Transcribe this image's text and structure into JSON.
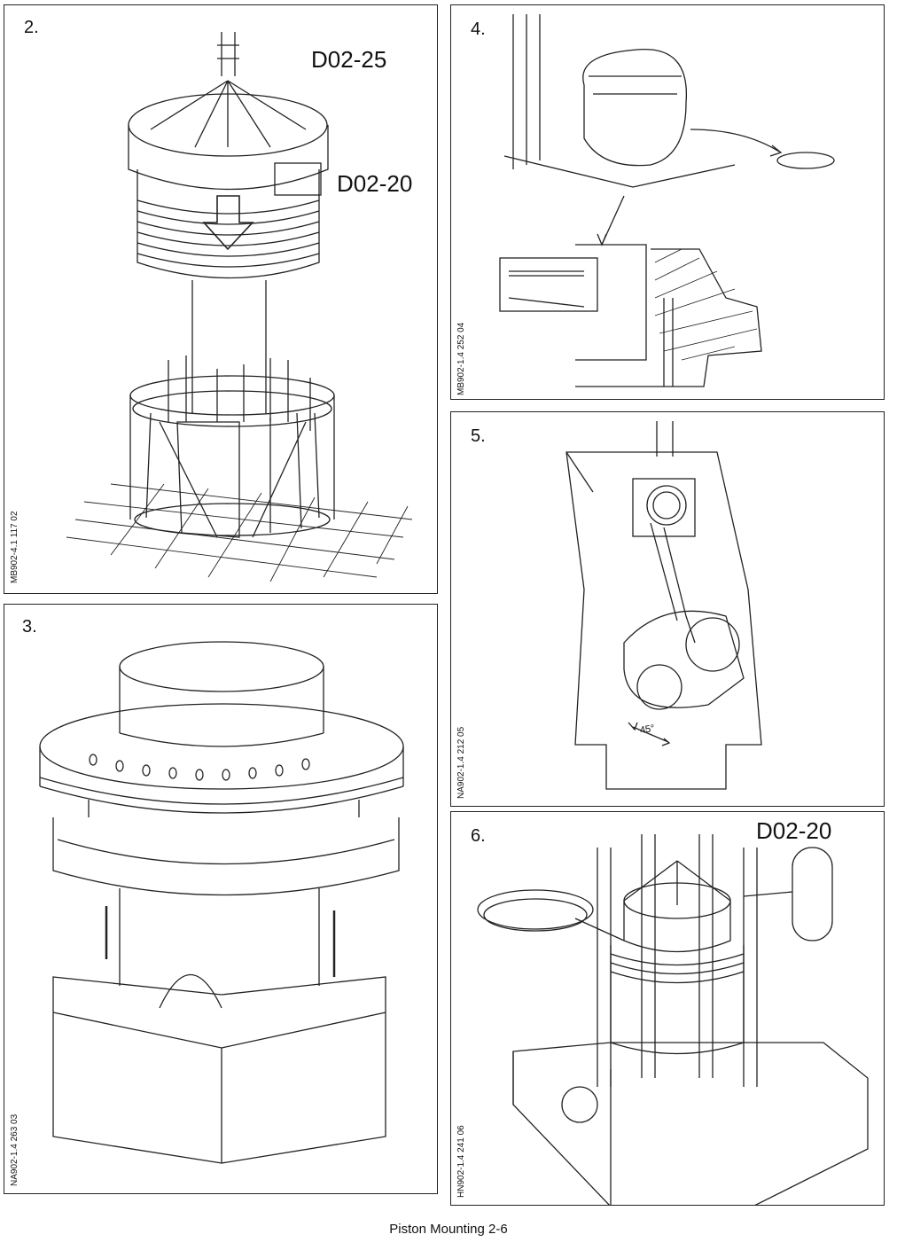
{
  "panels": {
    "p2": {
      "step": "2.",
      "labels": [
        "D02-25",
        "D02-20"
      ],
      "ref": "MB902-4.1 117 02"
    },
    "p3": {
      "step": "3.",
      "ref": "NA902-1.4 263 03"
    },
    "p4": {
      "step": "4.",
      "ref": "MB902-1.4 252 04"
    },
    "p5": {
      "step": "5.",
      "angle": "45°",
      "ref": "NA902-1.4 212 05"
    },
    "p6": {
      "step": "6.",
      "label": "D02-20",
      "ref": "HN902-1.4 241 06"
    }
  },
  "caption": "Piston Mounting 2-6"
}
